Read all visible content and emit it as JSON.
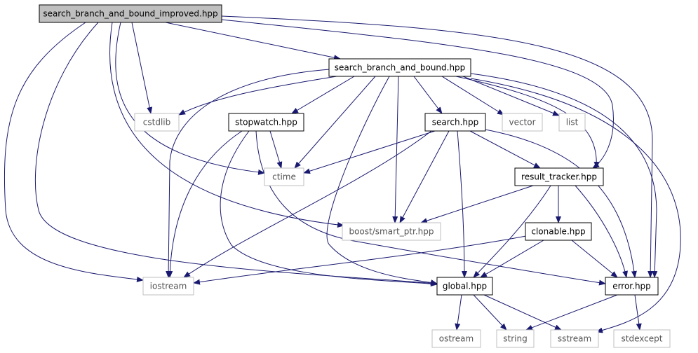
{
  "colors": {
    "edge": "#191970",
    "node_border": "#000000",
    "external_border": "#bfbfbf",
    "root_fill": "#bfbfbf",
    "node_fill": "#ffffff"
  },
  "nodes": [
    {
      "id": "sbbi",
      "label": "search_branch_and_bound_improved.hpp",
      "kind": "root"
    },
    {
      "id": "sbb",
      "label": "search_branch_and_bound.hpp",
      "kind": "internal"
    },
    {
      "id": "cstdlib",
      "label": "cstdlib",
      "kind": "external"
    },
    {
      "id": "stopwatch",
      "label": "stopwatch.hpp",
      "kind": "internal"
    },
    {
      "id": "search",
      "label": "search.hpp",
      "kind": "internal"
    },
    {
      "id": "vector",
      "label": "vector",
      "kind": "external"
    },
    {
      "id": "list",
      "label": "list",
      "kind": "external"
    },
    {
      "id": "ctime",
      "label": "ctime",
      "kind": "external"
    },
    {
      "id": "result",
      "label": "result_tracker.hpp",
      "kind": "internal"
    },
    {
      "id": "boost",
      "label": "boost/smart_ptr.hpp",
      "kind": "external"
    },
    {
      "id": "clonable",
      "label": "clonable.hpp",
      "kind": "internal"
    },
    {
      "id": "iostream",
      "label": "iostream",
      "kind": "external"
    },
    {
      "id": "global",
      "label": "global.hpp",
      "kind": "internal"
    },
    {
      "id": "error",
      "label": "error.hpp",
      "kind": "internal"
    },
    {
      "id": "ostream",
      "label": "ostream",
      "kind": "external"
    },
    {
      "id": "string",
      "label": "string",
      "kind": "external"
    },
    {
      "id": "sstream",
      "label": "sstream",
      "kind": "external"
    },
    {
      "id": "stdexcept",
      "label": "stdexcept",
      "kind": "external"
    }
  ],
  "edges": [
    [
      "sbbi",
      "sbb"
    ],
    [
      "sbbi",
      "cstdlib"
    ],
    [
      "sbbi",
      "ctime"
    ],
    [
      "sbbi",
      "boost"
    ],
    [
      "sbbi",
      "iostream"
    ],
    [
      "sbbi",
      "global"
    ],
    [
      "sbbi",
      "error"
    ],
    [
      "sbbi",
      "result"
    ],
    [
      "sbb",
      "cstdlib"
    ],
    [
      "sbb",
      "stopwatch"
    ],
    [
      "sbb",
      "search"
    ],
    [
      "sbb",
      "vector"
    ],
    [
      "sbb",
      "list"
    ],
    [
      "sbb",
      "ctime"
    ],
    [
      "sbb",
      "result"
    ],
    [
      "sbb",
      "boost"
    ],
    [
      "sbb",
      "iostream"
    ],
    [
      "sbb",
      "global"
    ],
    [
      "sbb",
      "error"
    ],
    [
      "sbb",
      "sstream"
    ],
    [
      "stopwatch",
      "ctime"
    ],
    [
      "stopwatch",
      "iostream"
    ],
    [
      "stopwatch",
      "global"
    ],
    [
      "stopwatch",
      "error"
    ],
    [
      "search",
      "ctime"
    ],
    [
      "search",
      "result"
    ],
    [
      "search",
      "boost"
    ],
    [
      "search",
      "iostream"
    ],
    [
      "search",
      "global"
    ],
    [
      "search",
      "error"
    ],
    [
      "result",
      "clonable"
    ],
    [
      "result",
      "boost"
    ],
    [
      "result",
      "global"
    ],
    [
      "result",
      "error"
    ],
    [
      "clonable",
      "iostream"
    ],
    [
      "clonable",
      "global"
    ],
    [
      "clonable",
      "error"
    ],
    [
      "global",
      "ostream"
    ],
    [
      "global",
      "string"
    ],
    [
      "global",
      "sstream"
    ],
    [
      "error",
      "string"
    ],
    [
      "error",
      "stdexcept"
    ]
  ]
}
